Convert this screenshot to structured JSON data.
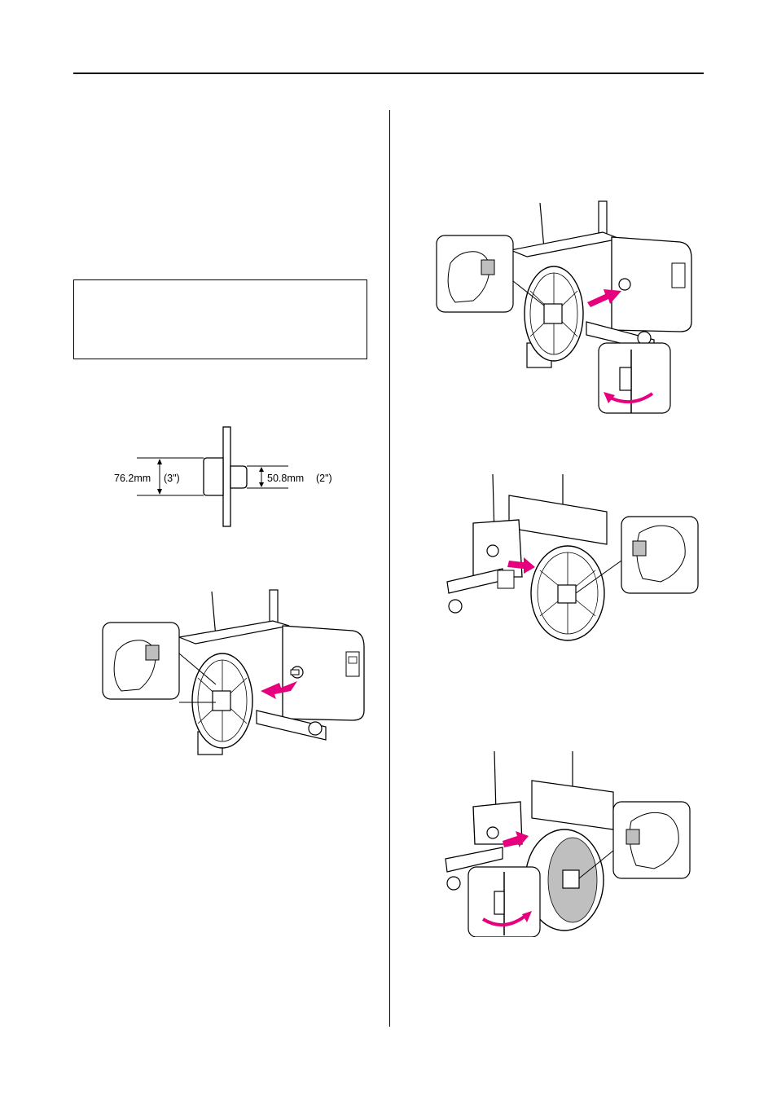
{
  "diagram": {
    "dim_large": "76.2mm",
    "dim_large_in": "(3\")",
    "dim_small": "50.8mm",
    "dim_small_in": "(2\")"
  },
  "colors": {
    "arrow": "#e6007e",
    "ink": "#000000",
    "fill": "#ffffff",
    "shade": "#bfbfbf"
  }
}
